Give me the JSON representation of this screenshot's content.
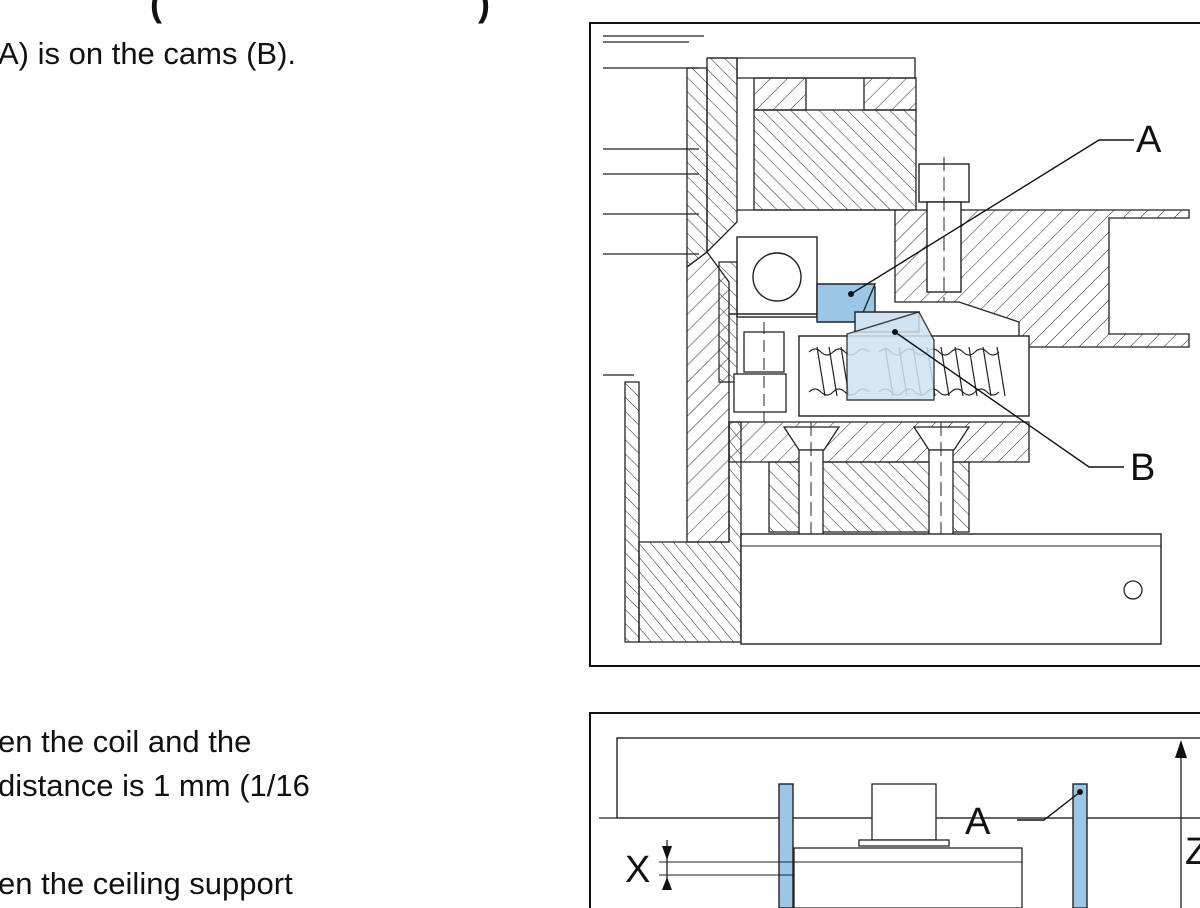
{
  "text": {
    "heading_fragment": "(      ",
    "heading_close": ")",
    "line1": "A) is on the cams (B).",
    "line2a": "en the coil and the",
    "line2b": "distance is 1 mm (1/16",
    "line3": "en the ceiling support"
  },
  "figure1": {
    "label_a": "A",
    "label_b": "B",
    "highlight_color": "#9cc6e6"
  },
  "figure2": {
    "label_a": "A",
    "label_x": "X",
    "label_z": "Z",
    "highlight_color": "#9cc6e6"
  }
}
